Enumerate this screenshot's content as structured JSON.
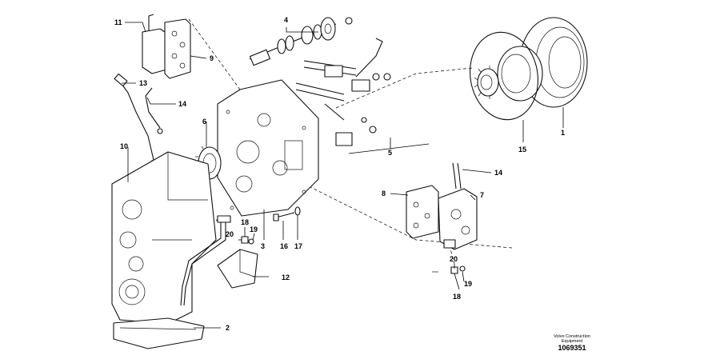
{
  "callouts": {
    "c1": "1",
    "c2": "2",
    "c3": "3",
    "c4": "4",
    "c5": "5",
    "c6": "6",
    "c7": "7",
    "c8": "8",
    "c9": "9",
    "c10": "10",
    "c11": "11",
    "c12": "12",
    "c13": "13",
    "c14a": "14",
    "c14b": "14",
    "c15": "15",
    "c16": "16",
    "c17": "17",
    "c18a": "18",
    "c18b": "18",
    "c19a": "19",
    "c19b": "19",
    "c20a": "20",
    "c20b": "20"
  },
  "credit": {
    "line1": "Volvo Construction",
    "line2": "Equipment",
    "document_number": "1069351"
  }
}
